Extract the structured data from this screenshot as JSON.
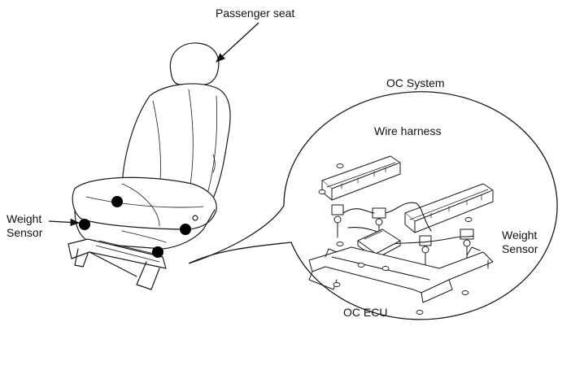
{
  "labels": {
    "passenger_seat": "Passenger seat",
    "oc_system": "OC System",
    "wire_harness": "Wire harness",
    "weight_sensor_left": "Weight\nSensor",
    "weight_sensor_right": "Weight\nSensor",
    "oc_ecu": "OC ECU"
  },
  "colors": {
    "line": "#1a1a1a",
    "marker": "#000000",
    "background": "#ffffff"
  }
}
